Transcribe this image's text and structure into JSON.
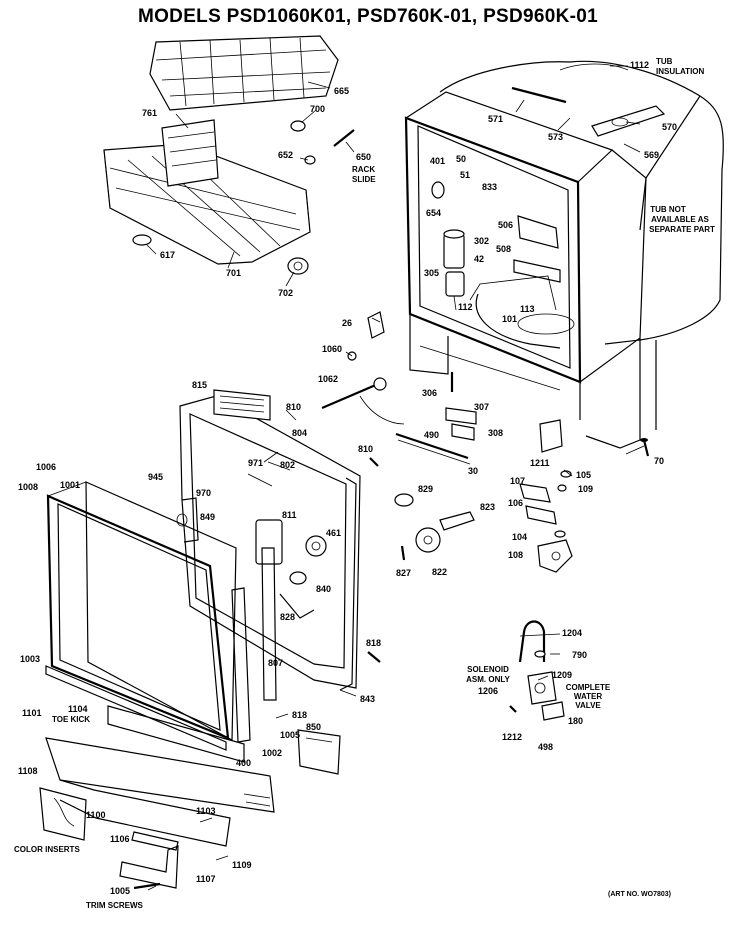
{
  "title": "MODELS PSD1060K01, PSD760K-01, PSD960K-01",
  "notes": {
    "tub_insulation": [
      "TUB",
      "INSULATION"
    ],
    "tub_not_available": [
      "TUB NOT",
      "AVAILABLE AS",
      "SEPARATE PART"
    ],
    "rack_slide": [
      "RACK",
      "SLIDE"
    ],
    "solenoid": [
      "SOLENOID",
      "ASM. ONLY"
    ],
    "complete_water_valve": [
      "COMPLETE",
      "WATER",
      "VALVE"
    ],
    "toe_kick": "TOE KICK",
    "color_inserts": "COLOR INSERTS",
    "trim_screws": "TRIM SCREWS",
    "art_no": "(ART NO. WO7803)"
  },
  "parts": [
    "1112",
    "665",
    "700",
    "761",
    "571",
    "573",
    "570",
    "652",
    "650",
    "569",
    "401",
    "50",
    "51",
    "833",
    "654",
    "506",
    "302",
    "508",
    "617",
    "701",
    "702",
    "305",
    "42",
    "112",
    "113",
    "101",
    "26",
    "1060",
    "1062",
    "815",
    "306",
    "307",
    "308",
    "490",
    "1211",
    "70",
    "810",
    "804",
    "810",
    "1006",
    "971",
    "802",
    "945",
    "1008",
    "1001",
    "970",
    "849",
    "30",
    "829",
    "823",
    "107",
    "105",
    "109",
    "106",
    "104",
    "108",
    "811",
    "461",
    "827",
    "822",
    "840",
    "1204",
    "828",
    "790",
    "1209",
    "818",
    "807",
    "1003",
    "843",
    "1206",
    "1101",
    "1104",
    "818",
    "850",
    "180",
    "1005",
    "1212",
    "498",
    "1002",
    "400",
    "1108",
    "1100",
    "1103",
    "1106",
    "1109",
    "1107",
    "1005"
  ]
}
